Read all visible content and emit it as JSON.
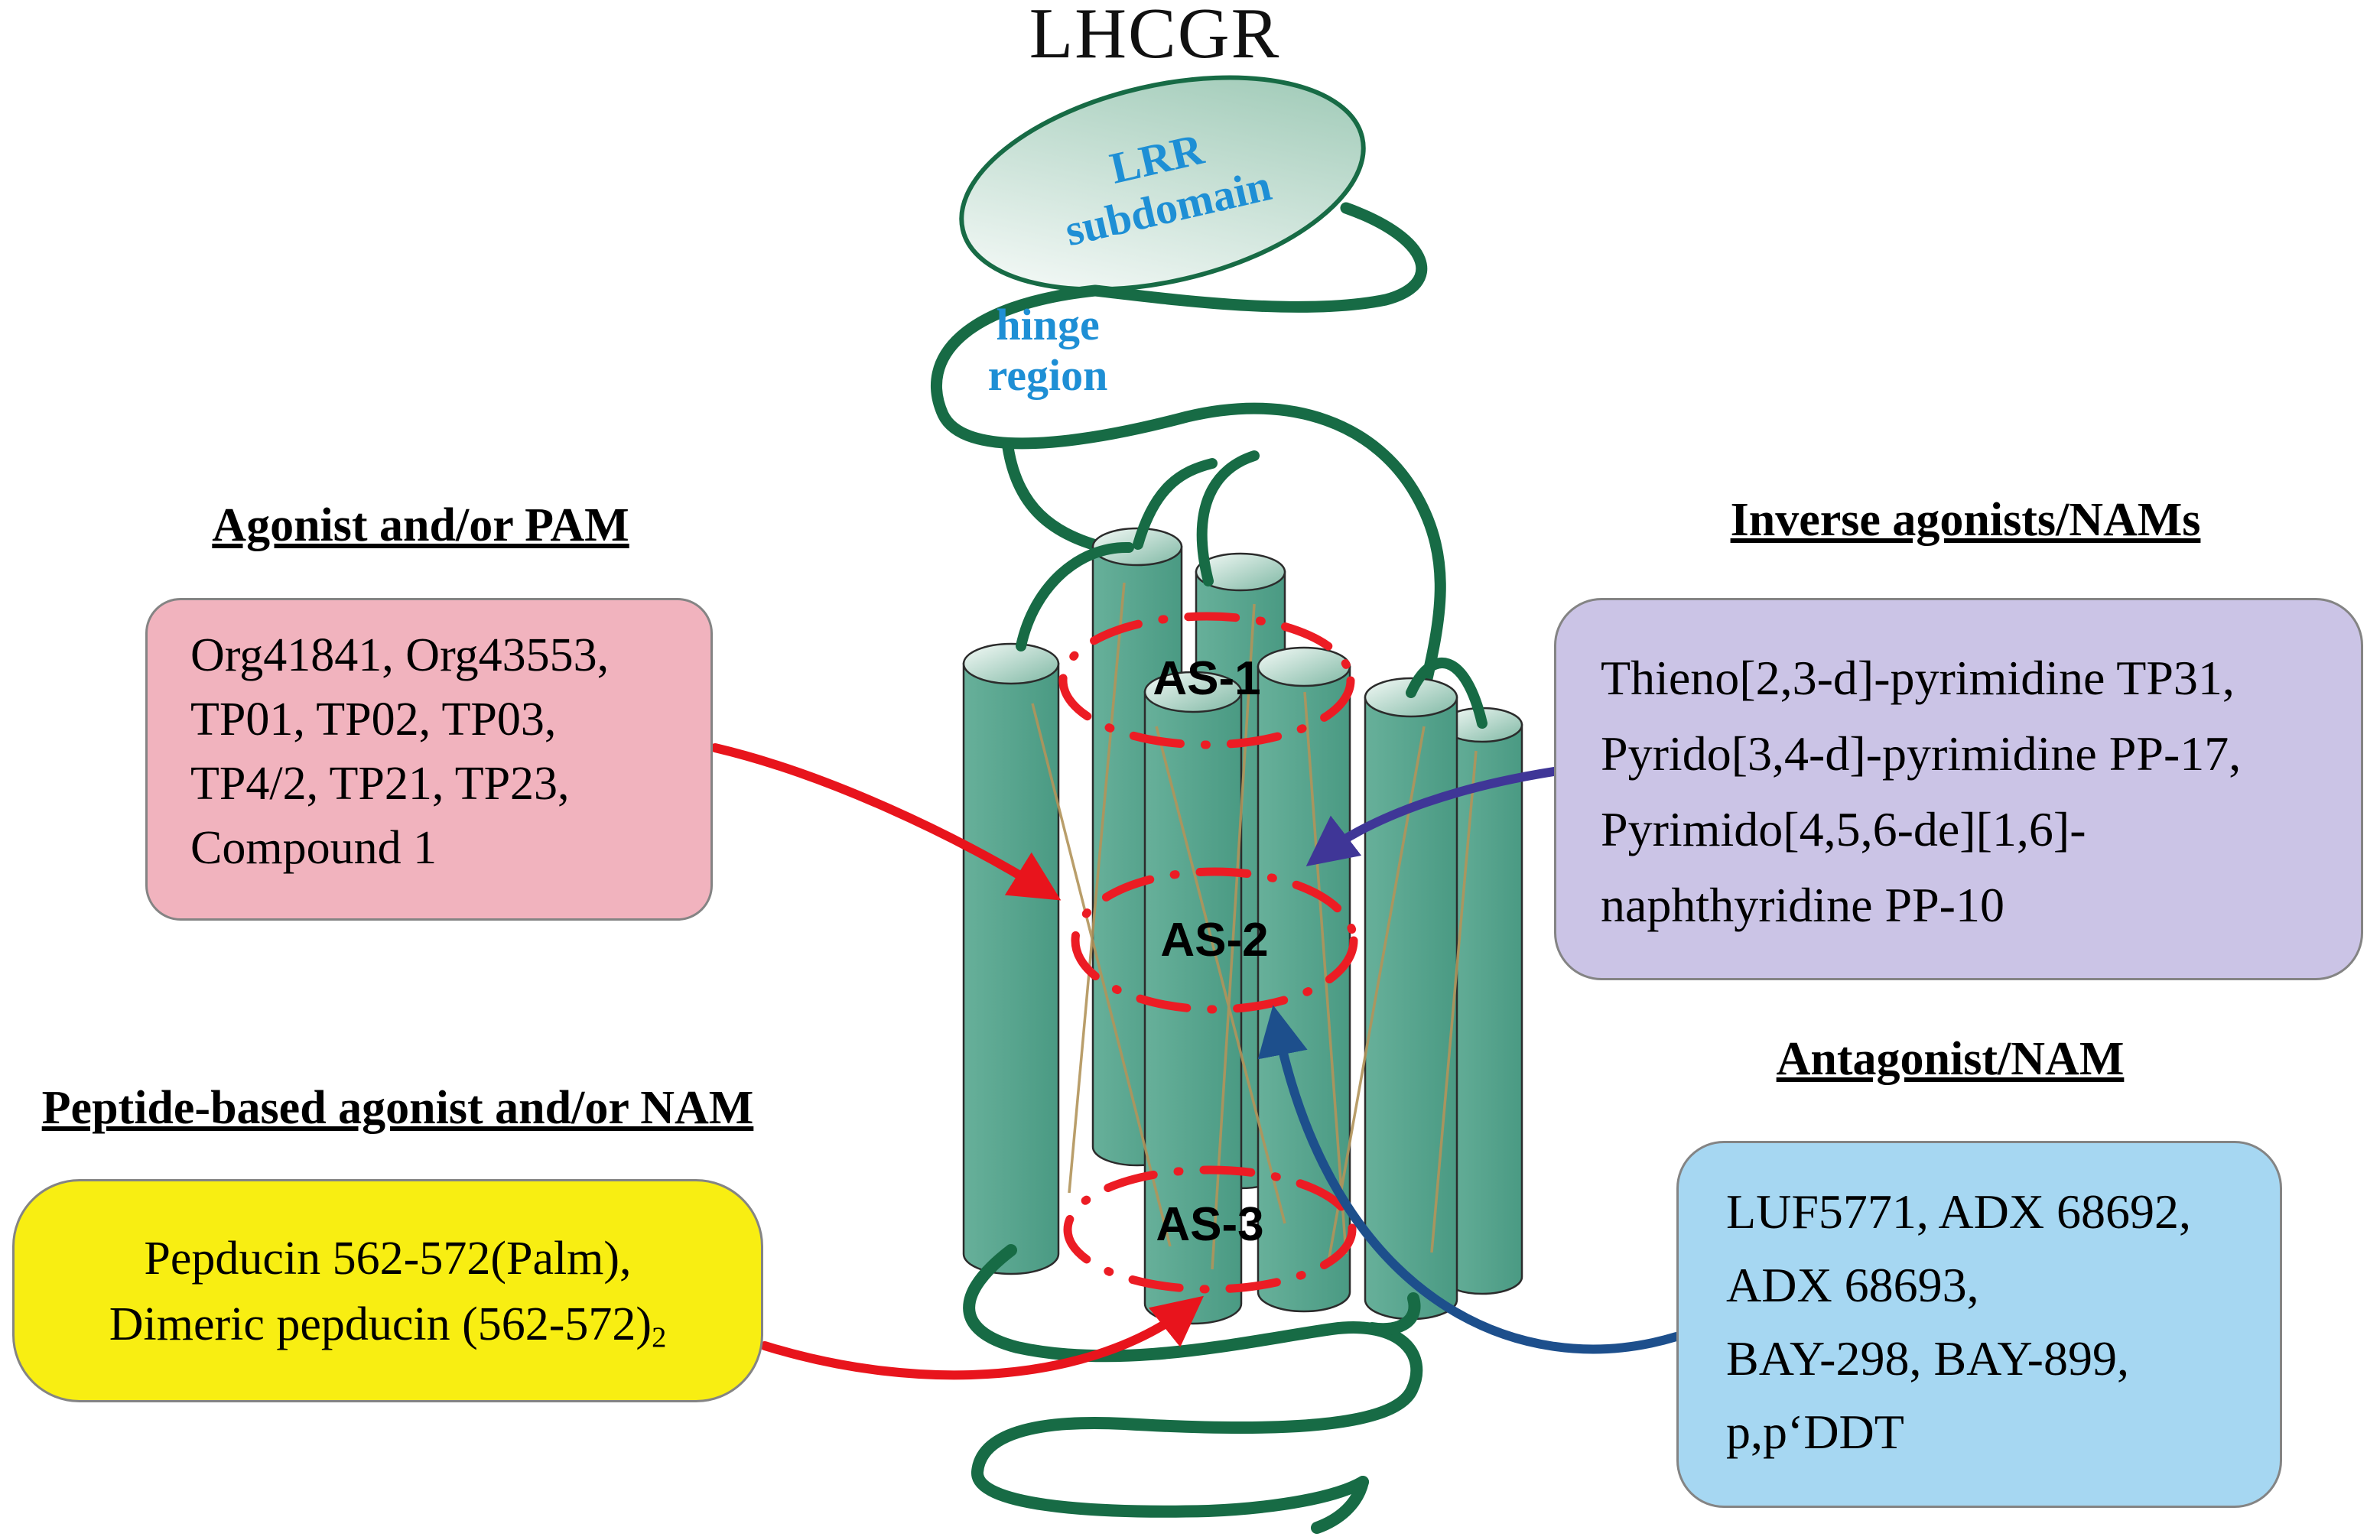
{
  "title": "LHCGR",
  "receptor": {
    "lrr_line1": "LRR",
    "lrr_line2": "subdomain",
    "hinge_line1": "hinge",
    "hinge_line2": "region",
    "sites": {
      "as1": "AS-1",
      "as2": "AS-2",
      "as3": "AS-3"
    }
  },
  "groups": {
    "agonist": {
      "heading": "Agonist and/or PAM",
      "lines": [
        "Org41841, Org43553,",
        "TP01, TP02, TP03,",
        "TP4/2, TP21, TP23,",
        "Compound 1"
      ]
    },
    "peptide": {
      "heading": "Peptide-based agonist and/or NAM",
      "line1": "Pepducin 562-572(Palm),",
      "line2_main": "Dimeric pepducin (562-572)",
      "line2_sub": "2"
    },
    "inverse": {
      "heading": "Inverse agonists/NAMs",
      "lines": [
        "Thieno[2,3-d]-pyrimidine TP31,",
        "Pyrido[3,4-d]-pyrimidine PP-17,",
        "Pyrimido[4,5,6-de][1,6]-",
        "naphthyridine PP-10"
      ]
    },
    "antagonist": {
      "heading": "Antagonist/NAM",
      "lines": [
        "LUF5771, ADX 68692,",
        "ADX 68693,",
        "BAY-298, BAY-899,",
        "p,p‘DDT"
      ]
    }
  },
  "colors": {
    "loop_green": "#176b45",
    "helix_teal": "#54a28c",
    "site_red": "#ec1c24",
    "agonist_box": "#f1b3be",
    "peptide_box": "#f8ee12",
    "inverse_box": "#cbc4e6",
    "antagonist_box": "#a6d7f2",
    "blue_text": "#1e8fd5",
    "inverse_arrow": "#3f3697",
    "antagonist_arrow": "#1d4f8c"
  }
}
